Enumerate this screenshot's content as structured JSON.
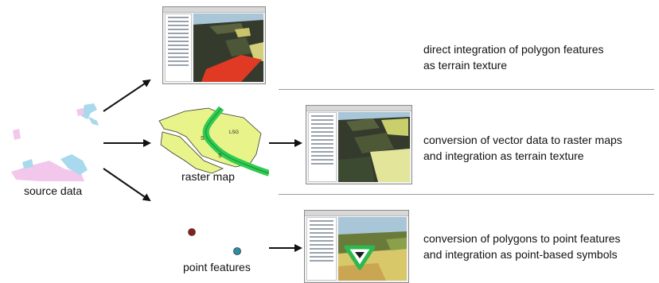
{
  "labels": {
    "source": "source data",
    "raster": "raster map",
    "points": "point features"
  },
  "descriptions": {
    "row1": [
      "direct integration of polygon features",
      "as terrain texture"
    ],
    "row2": [
      "conversion of vector data to raster maps",
      "and integration as terrain texture"
    ],
    "row3": [
      "conversion of polygons to point features",
      "and integration as point-based symbols"
    ]
  },
  "map_labels": {
    "a": "S",
    "b": "LSG",
    "c": "S"
  },
  "colors": {
    "raster_fill": "#e8f38a",
    "river": "#2ecc52",
    "polygon_pink": "#f3c6ec",
    "polygon_blue": "#a9d9ec",
    "point_red": "#8a1f1a",
    "point_teal": "#2a8fa6",
    "red_polygon": "#e03a24",
    "terrain_dark": "#343a2c",
    "sky": "#a9c6d8"
  },
  "icons": [
    "arrow-icon",
    "yield-sign-icon"
  ]
}
